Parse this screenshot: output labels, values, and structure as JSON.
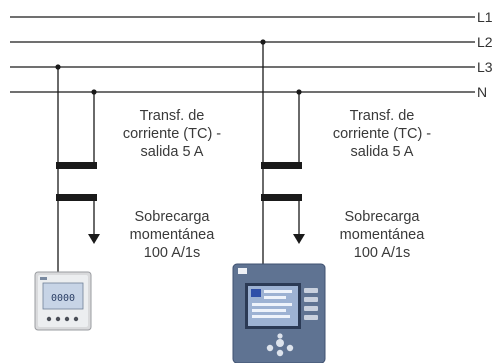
{
  "bus": {
    "lines": [
      {
        "id": "l1",
        "label": "L1"
      },
      {
        "id": "l2",
        "label": "L2"
      },
      {
        "id": "l3",
        "label": "L3"
      },
      {
        "id": "n",
        "label": "N"
      }
    ]
  },
  "ct_left": {
    "lines": [
      "Transf. de",
      "corriente (TC) -",
      "salida 5 A"
    ],
    "overload": [
      "Sobrecarga",
      "momentánea",
      "100 A/1s"
    ]
  },
  "ct_right": {
    "lines": [
      "Transf. de",
      "corriente (TC) -",
      "salida 5 A"
    ],
    "overload": [
      "Sobrecarga",
      "momentánea",
      "100 A/1s"
    ]
  },
  "meter_left": {
    "display": "0000"
  },
  "colors": {
    "line": "#1a1a1a",
    "ct_core": "#1a1a1a",
    "text": "#3a3a3a"
  }
}
